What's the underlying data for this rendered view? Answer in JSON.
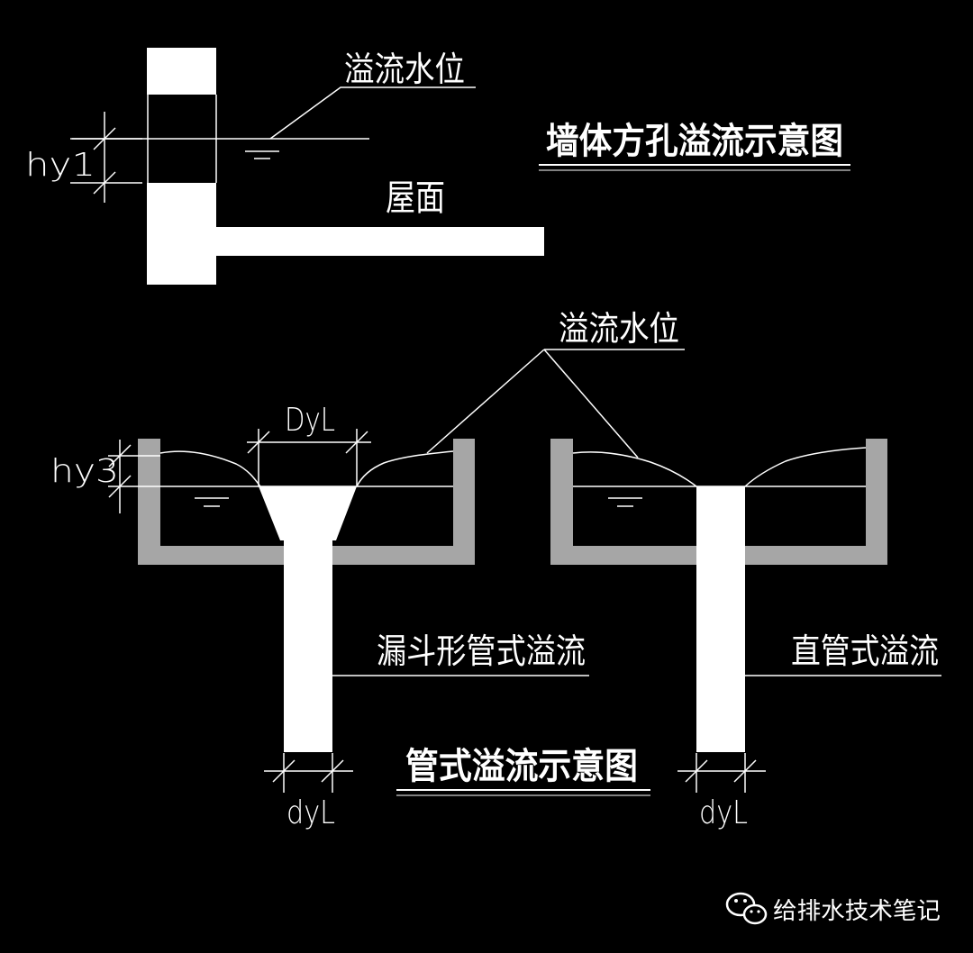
{
  "wall_diagram": {
    "title": "墙体方孔溢流示意图",
    "overflow_level_label": "溢流水位",
    "roof_label": "屋面",
    "dim_label": "hy1"
  },
  "pipe_diagram": {
    "title": "管式溢流示意图",
    "overflow_level_label": "溢流水位",
    "funnel_label": "漏斗形管式溢流",
    "straight_label": "直管式溢流",
    "dim_hy3": "hy3",
    "dim_DyL": "DyL",
    "dim_dyL_left": "dyL",
    "dim_dyL_right": "dyL"
  },
  "watermark": {
    "icon": "wechat-icon",
    "text": "给排水技术笔记"
  },
  "colors": {
    "background": "#000000",
    "line": "#ffffff",
    "tank": "#a6a6a6"
  }
}
